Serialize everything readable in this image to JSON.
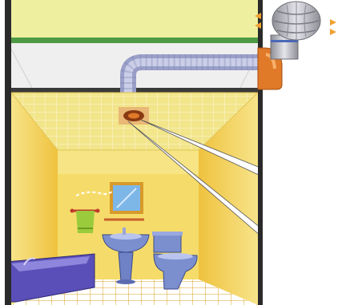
{
  "illustration": {
    "kind": "bathroom roof ventilation cross-section",
    "labels": [],
    "parts": [
      {
        "name": "roof-turbine-ventilator",
        "icon": "turbine-icon"
      },
      {
        "name": "ceiling-exhaust-vent",
        "icon": "vent-grille-icon"
      },
      {
        "name": "attic-flex-duct",
        "icon": "duct-icon"
      },
      {
        "name": "wall-mirror",
        "icon": "mirror-icon"
      },
      {
        "name": "hand-towel",
        "icon": "towel-icon"
      },
      {
        "name": "pedestal-sink",
        "icon": "sink-icon"
      },
      {
        "name": "toilet",
        "icon": "toilet-icon"
      },
      {
        "name": "bathtub",
        "icon": "bathtub-icon"
      },
      {
        "name": "floor-tiles",
        "icon": "tile-icon"
      }
    ]
  },
  "colors": {
    "roof_panel": "#eef0a0",
    "roof_trim": "#4e9a45",
    "ceiling_tile": "#f2e58a",
    "ceiling_grid": "#ffffff",
    "side_wall": "#f3c94a",
    "back_wall": "#f5dc6a",
    "floor": "#ffffff",
    "fixture_blue": "#7b8fcf",
    "bathtub": "#5a4fb8",
    "elbow_orange": "#e07a28",
    "turbine_metal": "#c8c8cc",
    "duct_metal": "#b8bcd8",
    "frame_dark": "#2a2a2a"
  }
}
